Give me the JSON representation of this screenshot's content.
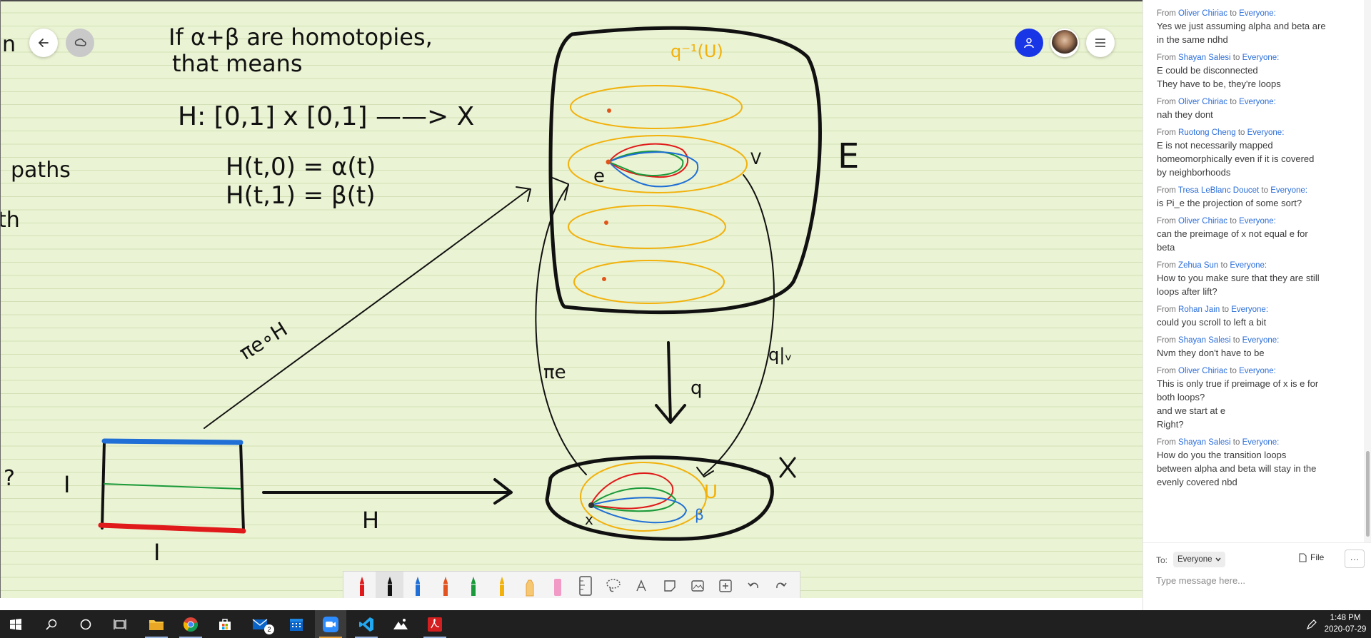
{
  "board": {
    "ink": {
      "intro_line1": "If α+β are homotopies,",
      "intro_line2": "that means",
      "H_def": "H: [0,1] x [0,1] ——> X",
      "eq1": "H(t,0) = α(t)",
      "eq2": "H(t,1) = β(t)",
      "left_cut_top": "n",
      "left_cut_mid": "paths",
      "left_cut_low": "th",
      "left_cut_q": "?",
      "label_E": "E",
      "label_X": "X",
      "label_preimage": "q⁻¹(U)",
      "label_e": "e",
      "label_V": "V",
      "label_x": "x",
      "label_U": "U",
      "label_beta": "β",
      "label_q": "q",
      "label_q_restricted": "q|ᵥ",
      "label_pi_e": "πe",
      "label_pi_e_H": "πe∘H",
      "label_H_arrow": "H",
      "label_I_side": "I",
      "label_I_bottom": "I"
    },
    "colors": {
      "ink": "#111111",
      "red": "#e01a1a",
      "blue": "#1f6fd6",
      "green": "#1a9a3a",
      "orange": "#f2b10b",
      "dot": "#e0561a"
    }
  },
  "controls": {
    "back_icon": "arrow-left-icon",
    "sync_icon": "cloud-sync-icon",
    "share_icon": "person-icon",
    "menu_icon": "hamburger-icon"
  },
  "toolbar": {
    "tools": [
      {
        "name": "pen-red",
        "color": "#e01a1a"
      },
      {
        "name": "pen-black",
        "color": "#111111",
        "active": true
      },
      {
        "name": "pen-blue",
        "color": "#1f6fd6"
      },
      {
        "name": "pen-orange",
        "color": "#e2531f"
      },
      {
        "name": "pen-green",
        "color": "#1a9a3a"
      },
      {
        "name": "pen-yellow",
        "color": "#f2b10b"
      },
      {
        "name": "highlighter-yellow",
        "color": "#f2b10b"
      },
      {
        "name": "eraser",
        "color": "#f29ac6"
      }
    ]
  },
  "chat": {
    "messages": [
      {
        "from": "Oliver Chiriac",
        "to": "Everyone:",
        "lines": [
          "Yes we just assuming alpha and beta are",
          "in the same ndhd"
        ]
      },
      {
        "from": "Shayan Salesi",
        "to": "Everyone:",
        "lines": [
          "E could be disconnected",
          "They have to be, they're loops"
        ]
      },
      {
        "from": "Oliver Chiriac",
        "to": "Everyone:",
        "lines": [
          "nah they dont"
        ]
      },
      {
        "from": "Ruotong Cheng",
        "to": "Everyone:",
        "lines": [
          "E is not necessarily mapped",
          "homeomorphically even if it is covered",
          "by neighborhoods"
        ]
      },
      {
        "from": "Tresa LeBlanc Doucet",
        "to": "Everyone:",
        "lines": [
          "is Pi_e the projection of some sort?"
        ]
      },
      {
        "from": "Oliver Chiriac",
        "to": "Everyone:",
        "lines": [
          "can the preimage of x not equal e for",
          "beta"
        ]
      },
      {
        "from": "Zehua Sun",
        "to": "Everyone:",
        "lines": [
          "How to you make sure that they are still",
          "loops after lift?"
        ]
      },
      {
        "from": "Rohan Jain",
        "to": "Everyone:",
        "lines": [
          "could you scroll to left a bit"
        ]
      },
      {
        "from": "Shayan Salesi",
        "to": "Everyone:",
        "lines": [
          "Nvm they don't have to be"
        ]
      },
      {
        "from": "Oliver Chiriac",
        "to": "Everyone:",
        "lines": [
          "This is only true if preimage of x is e for",
          "both loops?",
          "and we start at e",
          "Right?"
        ]
      },
      {
        "from": "Shayan Salesi",
        "to": "Everyone:",
        "lines": [
          "How do you the transition loops",
          "between alpha and beta will stay in the",
          "evenly covered nbd"
        ]
      }
    ],
    "from_word": "From",
    "to_word": "to",
    "to_label": "To:",
    "recipient": "Everyone",
    "file_label": "File",
    "more_label": "···",
    "input_placeholder": "Type message here..."
  },
  "taskbar": {
    "mail_badge": "2",
    "time": "1:48 PM",
    "date": "2020-07-29",
    "icons": [
      "windows-start-icon",
      "search-icon",
      "cortana-icon",
      "task-view-icon",
      "file-explorer-icon",
      "chrome-icon",
      "store-icon",
      "mail-icon",
      "calendar-icon",
      "zoom-icon",
      "vscode-icon",
      "photos-icon",
      "acrobat-icon"
    ]
  }
}
